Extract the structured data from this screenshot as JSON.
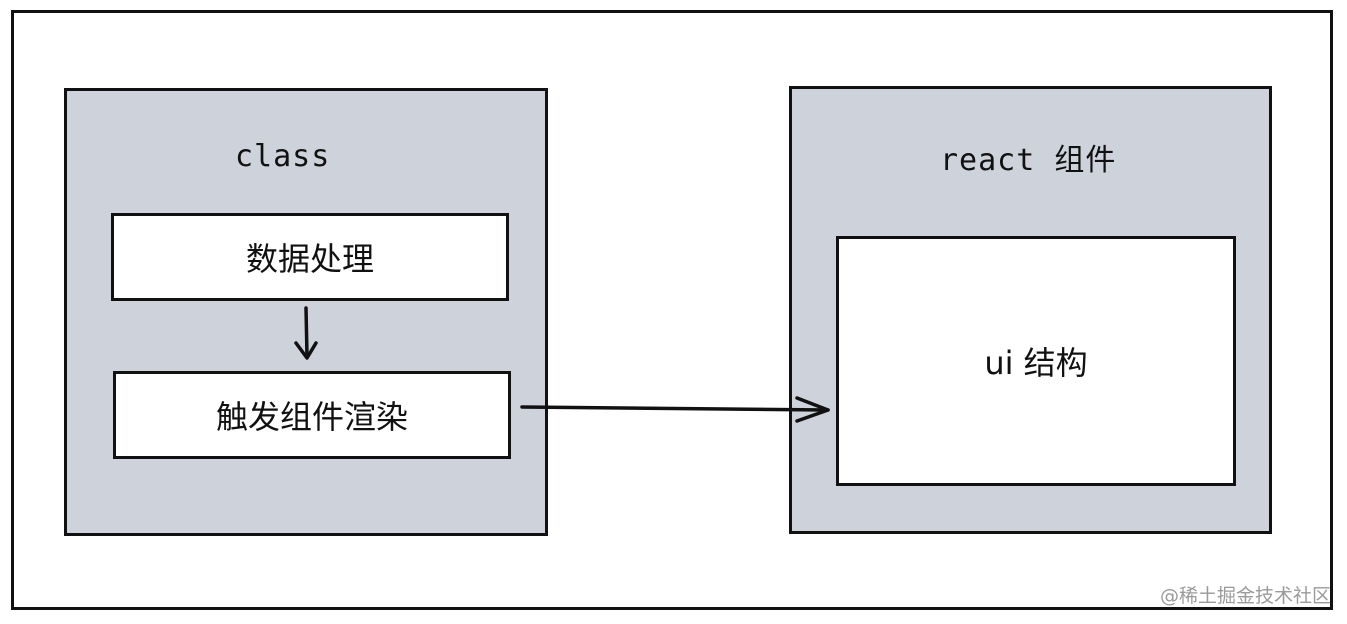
{
  "diagram": {
    "left_panel": {
      "title": "class",
      "box_top": "数据处理",
      "box_bottom": "触发组件渲染"
    },
    "right_panel": {
      "title": "react 组件",
      "box": "ui 结构"
    },
    "watermark": "@稀土掘金技术社区"
  },
  "colors": {
    "panel_fill": "#ced3db",
    "box_fill": "#ffffff",
    "stroke": "#111111",
    "watermark": "#9a9a9a"
  }
}
